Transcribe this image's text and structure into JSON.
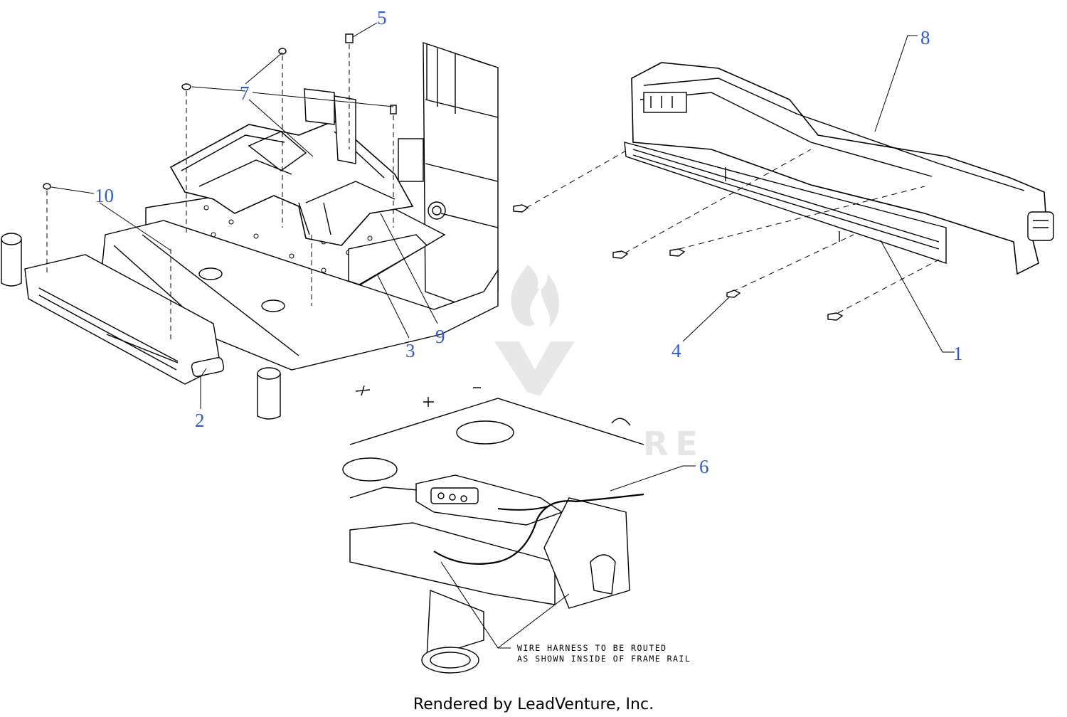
{
  "colors": {
    "line": "#000000",
    "callout": "#2a5bd7",
    "watermark": "#e6e6e6",
    "background": "#ffffff"
  },
  "callouts": {
    "c1": "1",
    "c2": "2",
    "c3": "3",
    "c4": "4",
    "c5": "5",
    "c6": "6",
    "c7": "7",
    "c8": "8",
    "c9": "9",
    "c10": "10"
  },
  "note": {
    "line1": "WIRE HARNESS TO BE ROUTED",
    "line2": "AS SHOWN INSIDE OF FRAME RAIL"
  },
  "watermark": {
    "text": "LEADVENTURE",
    "icon": "flame-v-logo-watermark"
  },
  "footer": {
    "text": "Rendered by LeadVenture, Inc."
  }
}
